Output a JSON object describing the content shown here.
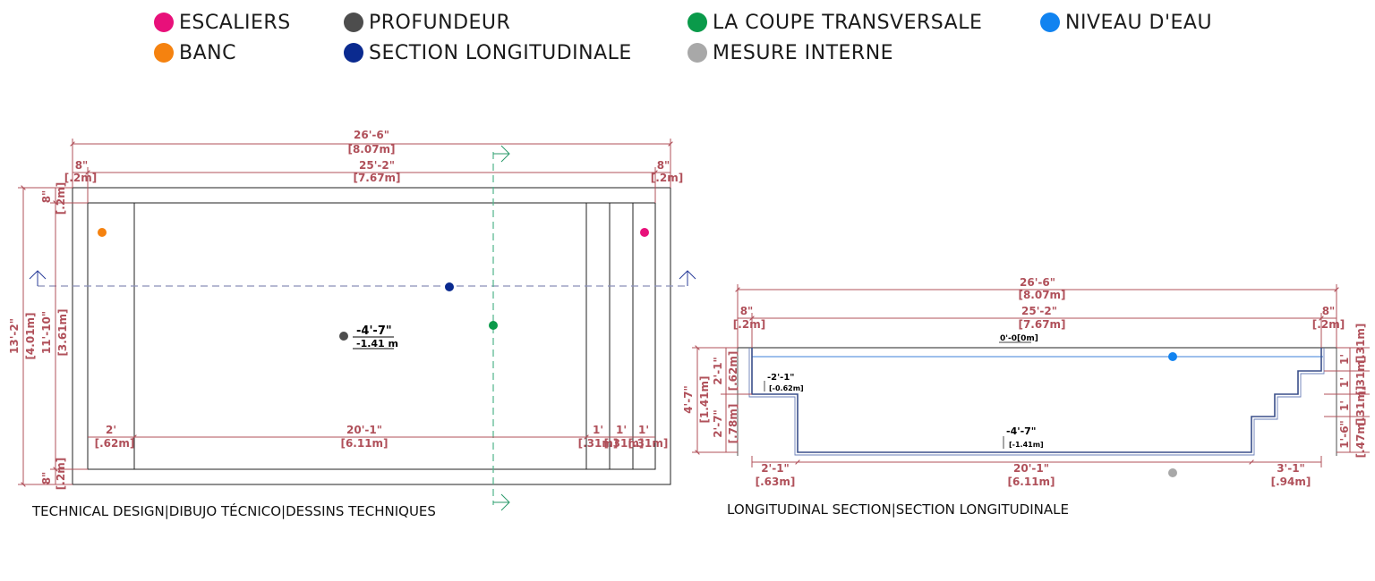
{
  "legend": {
    "stairs": {
      "label": "ESCALIERS",
      "color": "#e8107a"
    },
    "bench": {
      "label": "BANC",
      "color": "#f5820f"
    },
    "depth": {
      "label": "PROFUNDEUR",
      "color": "#4d4d4d"
    },
    "long_section": {
      "label": "SECTION LONGITUDINALE",
      "color": "#0a2a8f"
    },
    "cross_section": {
      "label": "LA COUPE TRANSVERSALE",
      "color": "#0a9a4a"
    },
    "internal": {
      "label": "MESURE INTERNE",
      "color": "#a8a8a8"
    },
    "water": {
      "label": "NIVEAU D'EAU",
      "color": "#1183f0"
    }
  },
  "plan": {
    "caption": "TECHNICAL DESIGN|DIBUJO TÉCNICO|DESSINS TECHNIQUES",
    "overall_width": {
      "ft": "26'-6\"",
      "m": "[8.07m]"
    },
    "inner_width": {
      "ft": "25'-2\"",
      "m": "[7.67m]"
    },
    "left_coping": {
      "ft": "8\"",
      "m": "[.2m]"
    },
    "right_coping": {
      "ft": "8\"",
      "m": "[.2m]"
    },
    "top_coping": {
      "ft": "8\"",
      "m": "[.2m]"
    },
    "bottom_coping": {
      "ft": "8\"",
      "m": "[.2m]"
    },
    "overall_height": {
      "ft": "13'-2\"",
      "m": "[4.01m]"
    },
    "inner_height": {
      "ft": "11'-10\"",
      "m": "[3.61m]"
    },
    "bench_width": {
      "ft": "2'",
      "m": "[.62m]"
    },
    "main_length": {
      "ft": "20'-1\"",
      "m": "[6.11m]"
    },
    "step1": {
      "ft": "1'",
      "m": "[.31m]"
    },
    "step2": {
      "ft": "1'",
      "m": "[.31m]"
    },
    "step3": {
      "ft": "1'",
      "m": "[.31m]"
    },
    "depth_ft": "-4'-7\"",
    "depth_m": "-1.41 m"
  },
  "section": {
    "caption": "LONGITUDINAL SECTION|SECTION LONGITUDINALE",
    "overall_width": {
      "ft": "26'-6\"",
      "m": "[8.07m]"
    },
    "inner_width": {
      "ft": "25'-2\"",
      "m": "[7.67m]"
    },
    "left_coping": {
      "ft": "8\"",
      "m": "[.2m]"
    },
    "right_coping": {
      "ft": "8\"",
      "m": "[.2m]"
    },
    "water_level": "0'-0[0m]",
    "bench_level_ft": "-2'-1\"",
    "bench_level_m": "[-0.62m]",
    "floor_level_ft": "-4'-7\"",
    "floor_level_m": "[-1.41m]",
    "total_depth": {
      "ft": "4'-7\"",
      "m": "[1.41m]"
    },
    "bench_depth": {
      "ft": "2'-1\"",
      "m": "[.62m]"
    },
    "lower_depth": {
      "ft": "2'-7\"",
      "m": "[.78m]"
    },
    "bench_len": {
      "ft": "2'-1\"",
      "m": "[.63m]"
    },
    "main_len": {
      "ft": "20'-1\"",
      "m": "[6.11m]"
    },
    "stairs_len": {
      "ft": "3'-1\"",
      "m": "[.94m]"
    },
    "riser1": {
      "ft": "1'",
      "m": "[.31m]"
    },
    "riser2": {
      "ft": "1'",
      "m": "[.31m]"
    },
    "riser3": {
      "ft": "1'",
      "m": "[.31m]"
    },
    "riser4": {
      "ft": "1'-6\"",
      "m": "[.47m]"
    }
  }
}
